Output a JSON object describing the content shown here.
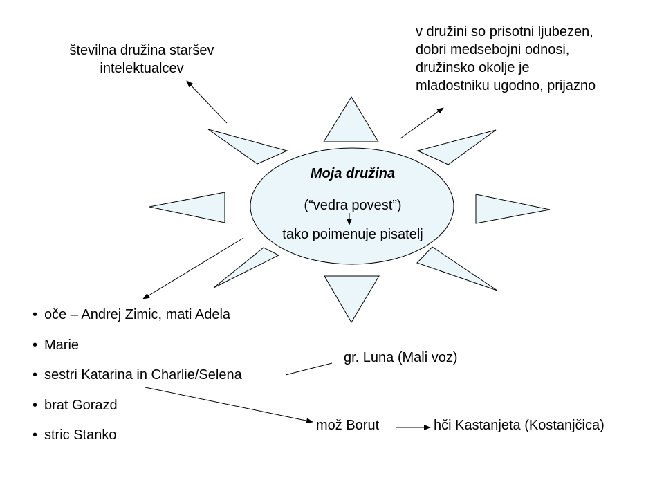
{
  "colors": {
    "shape_fill": "#eaf6fa",
    "shape_stroke": "#000000",
    "text": "#000000"
  },
  "center": {
    "title": "Moja družina",
    "subtitle": "(“vedra povest”)",
    "caption": "tako poimenuje pisatelj"
  },
  "top_left_note": [
    "številna družina staršev",
    "intelektualcev"
  ],
  "top_right_note": [
    "v družini so prisotni ljubezen,",
    "dobri medsebojni odnosi,",
    "družinsko okolje je",
    "mladostniku ugodno, prijazno"
  ],
  "family_list": {
    "bullet": "•",
    "items": [
      "oče – Andrej Zimic, mati Adela",
      "Marie",
      "sestri Katarina in Charlie/Selena",
      "brat Gorazd",
      "stric Stanko"
    ]
  },
  "luna_note": "gr. Luna (Mali voz)",
  "husband_note": "mož Borut",
  "daughter_note": "hči Kastanjeta (Kostanjčica)"
}
